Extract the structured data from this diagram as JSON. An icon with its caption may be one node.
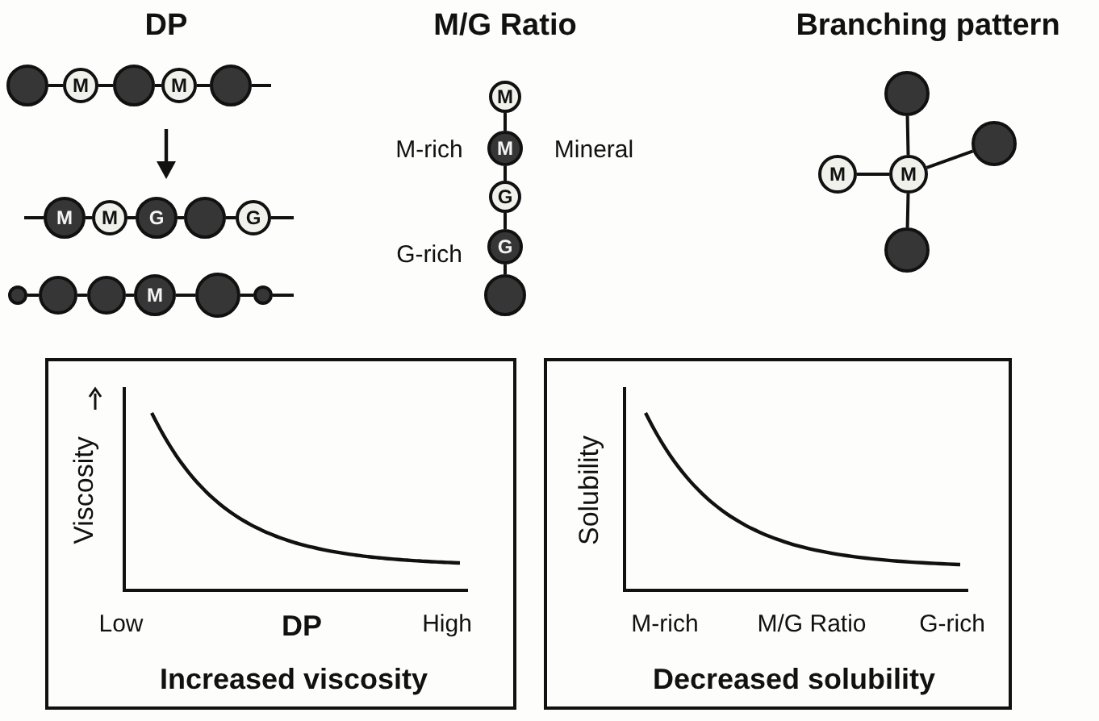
{
  "diagram": {
    "nodes": [
      {
        "text": [],
        "shape": "circle"
      },
      {
        "text": [
          "M"
        ]
      },
      {
        "text": [],
        "shape": "circle"
      },
      {
        "text": [
          "M"
        ]
      },
      {
        "text": [],
        "shape": "circle"
      },
      {
        "text": [
          "M"
        ]
      },
      {
        "text": [
          "M"
        ]
      },
      {
        "text": [
          "G"
        ]
      },
      {
        "text": [],
        "shape": "circle"
      },
      {
        "text": [
          "G"
        ]
      },
      {
        "text": [],
        "shape": "circle"
      },
      {
        "text": [],
        "shape": "circle"
      },
      {
        "text": [],
        "shape": "circle"
      },
      {
        "text": [
          "M"
        ]
      },
      {
        "text": [],
        "shape": "circle"
      },
      {
        "text": [],
        "shape": "circle"
      },
      {
        "text": [
          "M"
        ]
      },
      {
        "text": [
          "M"
        ]
      },
      {
        "text": [
          "G"
        ]
      },
      {
        "text": [
          "G"
        ]
      },
      {
        "text": [],
        "shape": "circle"
      },
      {
        "text": [],
        "shape": "circle"
      },
      {
        "text": [
          "M"
        ]
      },
      {
        "text": [
          "M"
        ]
      },
      {
        "text": [],
        "shape": "circle"
      },
      {
        "text": [],
        "shape": "circle"
      },
      {
        "text": [
          "Viscosity",
          "Low",
          "DP",
          "High",
          "Increased viscosity"
        ]
      },
      {
        "text": [
          "Solubility",
          "M-rich",
          "M/G Ratio",
          "G-rich",
          "Decreased solubility"
        ]
      }
    ],
    "edges": [
      {
        "from": 0,
        "to": 1,
        "arrow": "none"
      },
      {
        "from": 1,
        "to": 2,
        "arrow": "none"
      },
      {
        "from": 2,
        "to": 3,
        "arrow": "none"
      },
      {
        "from": 3,
        "to": 4,
        "arrow": "none"
      },
      {
        "from": 4,
        "to": null,
        "arrow": "none"
      },
      {
        "from": null,
        "to": 5,
        "arrow": "none"
      },
      {
        "from": 5,
        "to": 6,
        "arrow": "none"
      },
      {
        "from": 6,
        "to": 7,
        "arrow": "none"
      },
      {
        "from": 7,
        "to": 8,
        "arrow": "none"
      },
      {
        "from": 8,
        "to": 9,
        "arrow": "none"
      },
      {
        "from": 9,
        "to": null,
        "arrow": "none"
      },
      {
        "from": 10,
        "to": 11,
        "arrow": "none"
      },
      {
        "from": 11,
        "to": 12,
        "arrow": "none"
      },
      {
        "from": 12,
        "to": 13,
        "arrow": "none"
      },
      {
        "from": 13,
        "to": 14,
        "arrow": "none"
      },
      {
        "from": 14,
        "to": 15,
        "arrow": "none"
      },
      {
        "from": 15,
        "to": null,
        "arrow": "none"
      },
      {
        "from": 16,
        "to": 17,
        "arrow": "none"
      },
      {
        "from": 17,
        "to": 18,
        "arrow": "none"
      },
      {
        "from": 18,
        "to": 19,
        "arrow": "none"
      },
      {
        "from": 19,
        "to": 20,
        "arrow": "none"
      },
      {
        "from": 22,
        "to": 23,
        "arrow": "none"
      },
      {
        "from": 23,
        "to": 21,
        "arrow": "none"
      },
      {
        "from": 23,
        "to": 24,
        "arrow": "none"
      },
      {
        "from": 23,
        "to": 25,
        "arrow": "none"
      }
    ],
    "labels": [
      "DP",
      "M/G Ratio",
      "Branching pattern",
      "M-rich",
      "Mineral",
      "G-rich"
    ]
  }
}
